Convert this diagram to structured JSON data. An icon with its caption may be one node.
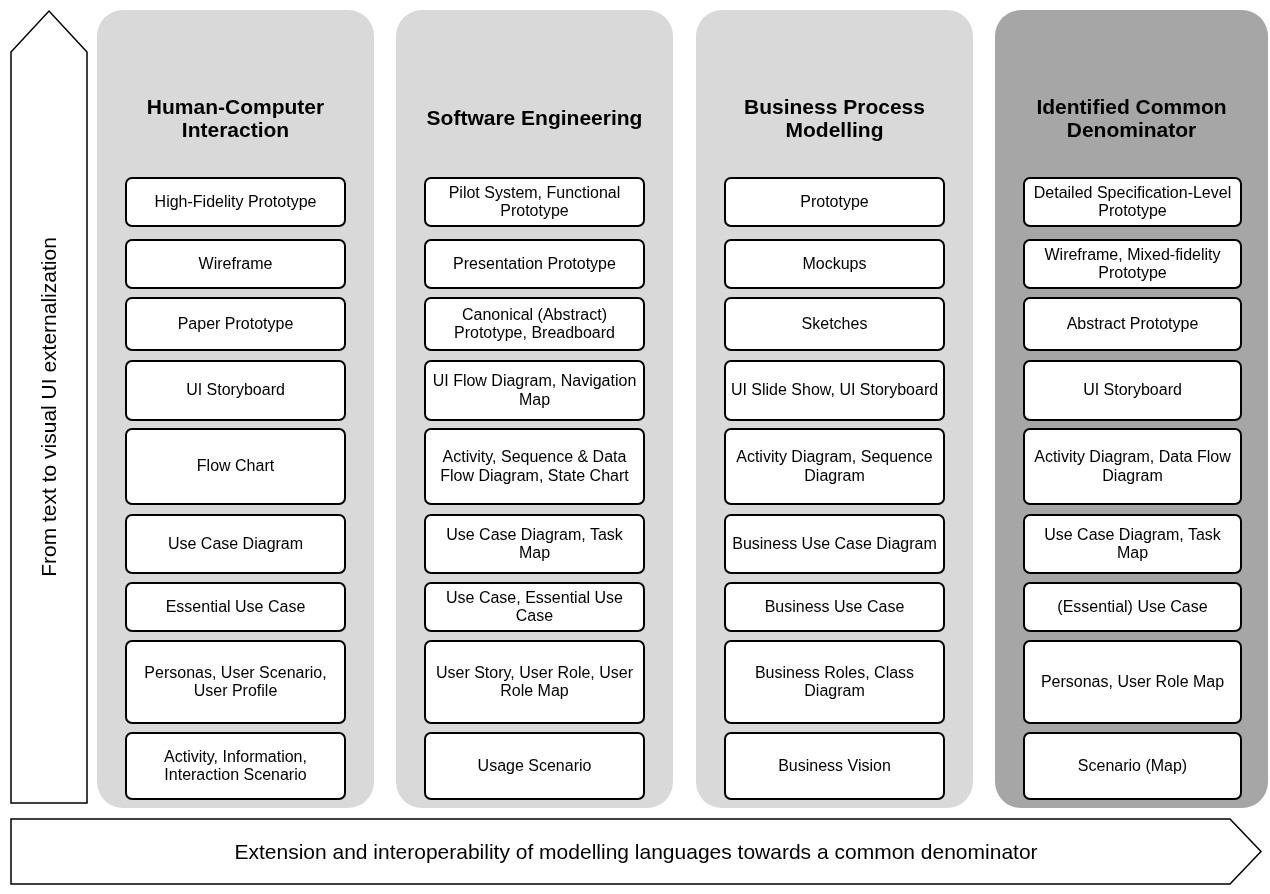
{
  "diagram": {
    "nodes": [
      {
        "text": [
          "From text to visual UI externalization"
        ]
      },
      {
        "text": [
          "Human-Computer Interaction"
        ]
      },
      {
        "text": [
          "High-Fidelity Prototype"
        ],
        "in": 1
      },
      {
        "text": [
          "Wireframe"
        ],
        "in": 1
      },
      {
        "text": [
          "Paper Prototype"
        ],
        "in": 1
      },
      {
        "text": [
          "UI Storyboard"
        ],
        "in": 1
      },
      {
        "text": [
          "Flow Chart"
        ],
        "in": 1
      },
      {
        "text": [
          "Use Case Diagram"
        ],
        "in": 1
      },
      {
        "text": [
          "Essential Use Case"
        ],
        "in": 1
      },
      {
        "text": [
          "Personas, User Scenario, User Profile"
        ],
        "in": 1
      },
      {
        "text": [
          "Activity, Information, Interaction Scenario"
        ],
        "in": 1
      },
      {
        "text": [
          "Software Engineering"
        ]
      },
      {
        "text": [
          "Pilot System, Functional Prototype"
        ],
        "in": 11
      },
      {
        "text": [
          "Presentation Prototype"
        ],
        "in": 11
      },
      {
        "text": [
          "Canonical (Abstract) Prototype, Breadboard"
        ],
        "in": 11
      },
      {
        "text": [
          "UI Flow Diagram, Navigation Map"
        ],
        "in": 11
      },
      {
        "text": [
          "Activity, Sequence & Data Flow Diagram, State Chart"
        ],
        "in": 11
      },
      {
        "text": [
          "Use Case Diagram, Task Map"
        ],
        "in": 11
      },
      {
        "text": [
          "Use Case, Essential Use Case"
        ],
        "in": 11
      },
      {
        "text": [
          "User Story, User Role, User Role Map"
        ],
        "in": 11
      },
      {
        "text": [
          "Usage Scenario"
        ],
        "in": 11
      },
      {
        "text": [
          "Business Process Modelling"
        ]
      },
      {
        "text": [
          "Prototype"
        ],
        "in": 21
      },
      {
        "text": [
          "Mockups"
        ],
        "in": 21
      },
      {
        "text": [
          "Sketches"
        ],
        "in": 21
      },
      {
        "text": [
          "UI Slide Show, UI Storyboard"
        ],
        "in": 21
      },
      {
        "text": [
          "Activity Diagram, Sequence Diagram"
        ],
        "in": 21
      },
      {
        "text": [
          "Business Use Case Diagram"
        ],
        "in": 21
      },
      {
        "text": [
          "Business Use Case"
        ],
        "in": 21
      },
      {
        "text": [
          "Business Roles, Class Diagram"
        ],
        "in": 21
      },
      {
        "text": [
          "Business Vision"
        ],
        "in": 21
      },
      {
        "text": [
          "Identified Common Denominator"
        ]
      },
      {
        "text": [
          "Detailed Specification-Level Prototype"
        ],
        "in": 31
      },
      {
        "text": [
          "Wireframe, Mixed-fidelity Prototype"
        ],
        "in": 31
      },
      {
        "text": [
          "Abstract Prototype"
        ],
        "in": 31
      },
      {
        "text": [
          "UI Storyboard"
        ],
        "in": 31
      },
      {
        "text": [
          "Activity Diagram, Data Flow Diagram"
        ],
        "in": 31
      },
      {
        "text": [
          "Use Case Diagram, Task Map"
        ],
        "in": 31
      },
      {
        "text": [
          "(Essential) Use Case"
        ],
        "in": 31
      },
      {
        "text": [
          "Personas, User Role Map"
        ],
        "in": 31
      },
      {
        "text": [
          "Scenario (Map)"
        ],
        "in": 31
      },
      {
        "text": [
          "Extension and interoperability of modelling languages towards a common denominator"
        ]
      }
    ],
    "edges": []
  }
}
